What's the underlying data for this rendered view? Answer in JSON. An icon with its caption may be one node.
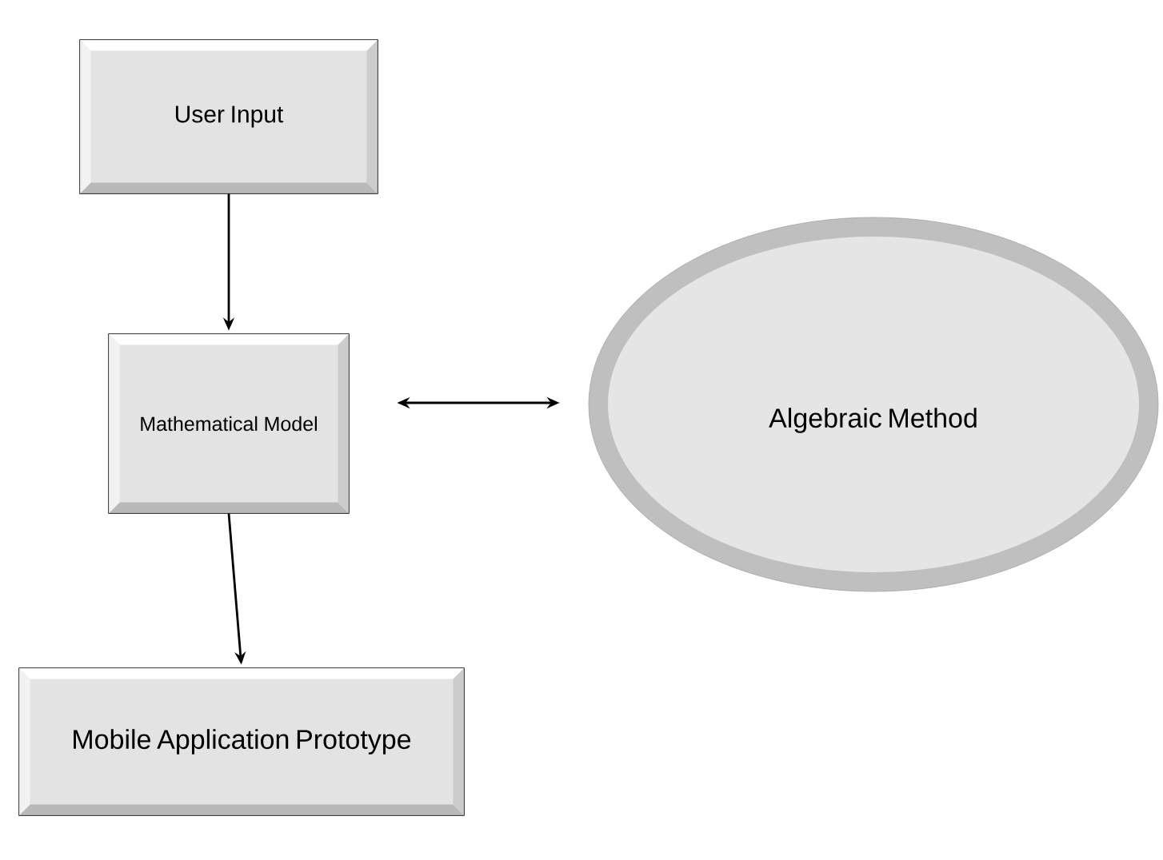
{
  "diagram": {
    "nodes": [
      {
        "text": [
          "User Input"
        ]
      },
      {
        "text": [
          "Mathematical Model"
        ]
      },
      {
        "text": [
          "Algebraic Method"
        ]
      },
      {
        "text": [
          "Mobile Application Prototype"
        ]
      }
    ],
    "edges": [
      {
        "from": 0,
        "to": 1,
        "arrow": "to"
      },
      {
        "from": 1,
        "to": 2,
        "arrow": "both"
      },
      {
        "from": 1,
        "to": 3,
        "arrow": "to"
      }
    ]
  }
}
